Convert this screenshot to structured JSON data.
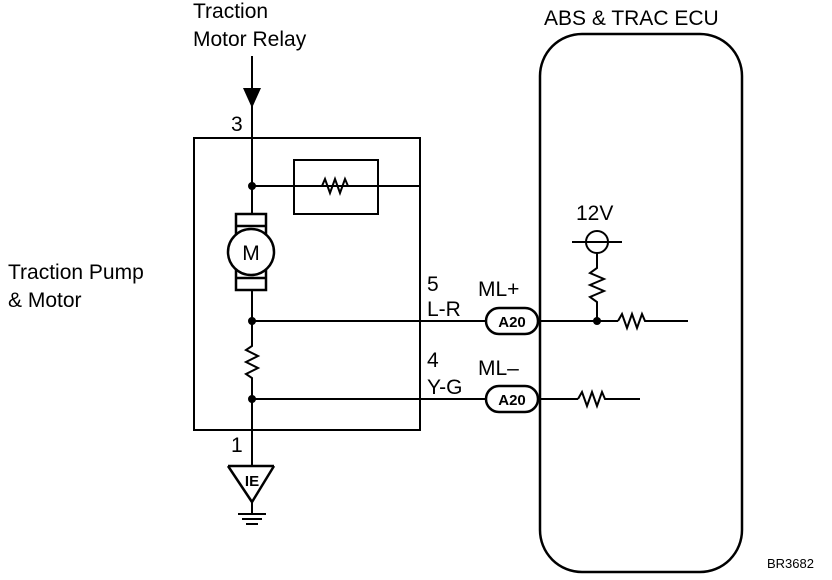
{
  "relay_label": [
    "Traction",
    "Motor Relay"
  ],
  "pump_label": [
    "Traction Pump",
    "& Motor"
  ],
  "ecu_label": "ABS & TRAC ECU",
  "motor_symbol": "M",
  "supply_voltage": "12V",
  "pins": {
    "top": "3",
    "bottom": "1",
    "ml_plus_pin": "5",
    "ml_plus_wire": "L-R",
    "ml_plus_name": "ML+",
    "ml_minus_pin": "4",
    "ml_minus_wire": "Y-G",
    "ml_minus_name": "ML–"
  },
  "connector": "A20",
  "ground_code": "IE",
  "figure_code": "BR3682"
}
